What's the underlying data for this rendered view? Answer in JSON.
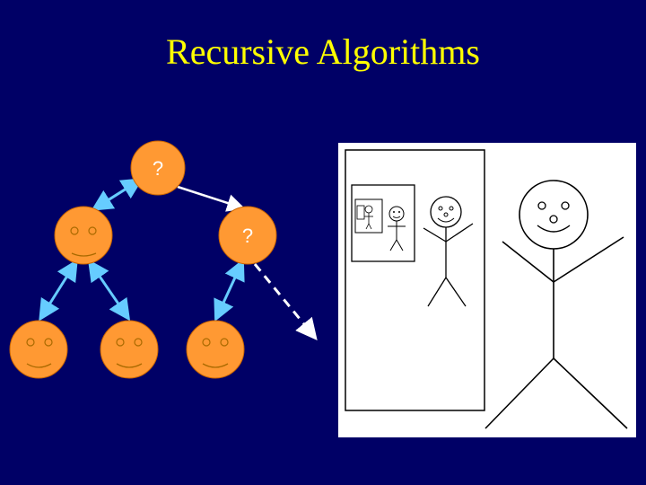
{
  "slide": {
    "title": "Recursive Algorithms",
    "background": "#000066",
    "title_color": "#ffff00"
  },
  "diagram": {
    "node_color": "#ff9933",
    "node_outline": "#cc6600",
    "edge_color": "#66ccff",
    "pending_edge_color": "#ffffff",
    "nodes": [
      {
        "id": "root",
        "kind": "unknown",
        "label": "?"
      },
      {
        "id": "left-child",
        "kind": "smiley-face"
      },
      {
        "id": "right-child",
        "kind": "unknown",
        "label": "?"
      },
      {
        "id": "left-left-leaf",
        "kind": "smiley-face"
      },
      {
        "id": "left-right-leaf",
        "kind": "smiley-face"
      },
      {
        "id": "right-left-leaf",
        "kind": "smiley-face"
      }
    ],
    "edges": [
      {
        "from": "root",
        "to": "left-child",
        "style": "solid"
      },
      {
        "from": "root",
        "to": "right-child",
        "style": "solid"
      },
      {
        "from": "left-child",
        "to": "left-left-leaf",
        "style": "solid"
      },
      {
        "from": "left-child",
        "to": "left-right-leaf",
        "style": "solid"
      },
      {
        "from": "right-child",
        "to": "right-left-leaf",
        "style": "solid"
      },
      {
        "from": "right-child",
        "to": "off-page",
        "style": "dashed"
      }
    ]
  },
  "picture": {
    "description_icon": "recursive-stick-figure-picture-icon",
    "background": "#ffffff",
    "stroke": "#000000"
  }
}
